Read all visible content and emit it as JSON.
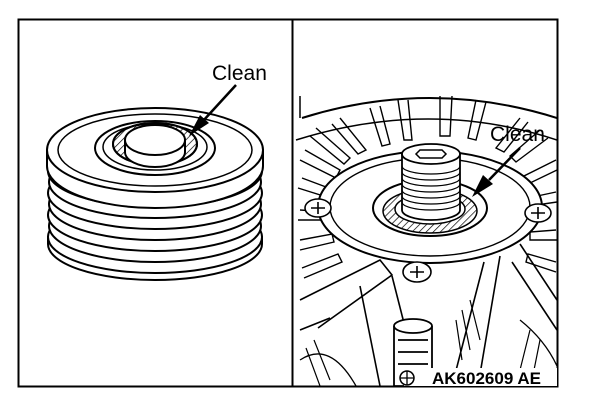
{
  "left_panel": {
    "callout": "Clean"
  },
  "right_panel": {
    "callout": "Clean"
  },
  "figure_code": "AK602609 AE"
}
